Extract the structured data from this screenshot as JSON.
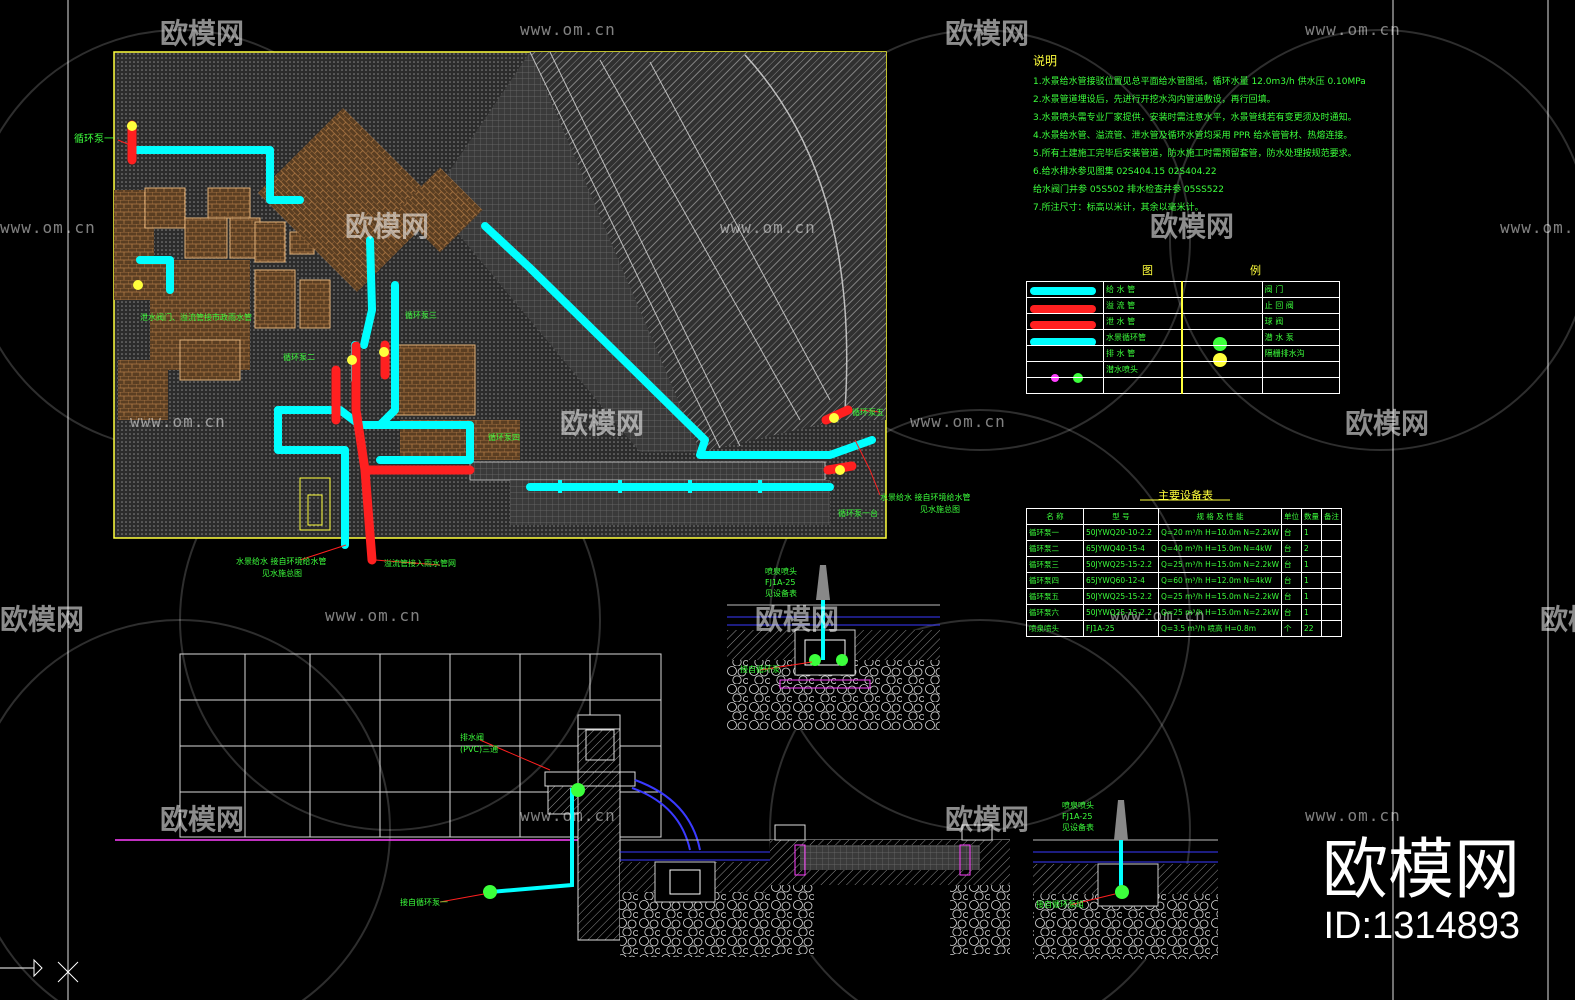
{
  "drawing": {
    "notes_title": "说明",
    "notes": [
      "1.水景给水管接驳位置见总平面给水管图纸，循环水量 12.0m3/h  供水压 0.10MPa",
      "2.水景管道埋设后，先进行开挖水沟内管道敷设，再行回填。",
      "3.水景喷头需专业厂家提供，安装时需注意水平，水景管线若有变更须及时通知。",
      "4.水景给水管、溢流管、泄水管及循环水管均采用 PPR 给水管管材、热熔连接。",
      "5.所有土建施工完毕后安装管道，防水施工时需预留套管，防水处理按规范要求。",
      "6.给水排水参见图集  02S404.15   02S404.22",
      "  给水阀门井参 05S502      排水检查井参 05SS522",
      "7.所注尺寸：标高以米计，其余以毫米计。"
    ],
    "legend_title_left": "图",
    "legend_title_right": "例",
    "legend": [
      {
        "left": "给 水 管",
        "right": "阀 门"
      },
      {
        "left": "溢 流 管",
        "right": "止 回 阀"
      },
      {
        "left": "泄 水 管",
        "right": "球 阀"
      },
      {
        "left": "水景循环管",
        "right": "潜 水 泵"
      },
      {
        "left": "排 水 管",
        "right": "隔栅排水沟"
      },
      {
        "left": "潜水喷头",
        "right": ""
      },
      {
        "left": "",
        "right": ""
      }
    ],
    "equipment_title": "主要设备表",
    "equipment_headers": [
      "名 称",
      "型 号",
      "规 格 及 性 能",
      "单位",
      "数量",
      "备注"
    ],
    "equipment": [
      [
        "循环泵一",
        "50JYWQ20-10-2.2",
        "Q=20  m³/h  H=10.0m  N=2.2kW",
        "台",
        "1",
        ""
      ],
      [
        "循环泵二",
        "65JYWQ40-15-4",
        "Q=40  m³/h  H=15.0m  N=4kW",
        "台",
        "2",
        ""
      ],
      [
        "循环泵三",
        "50JYWQ25-15-2.2",
        "Q=25  m³/h  H=15.0m  N=2.2kW",
        "台",
        "1",
        ""
      ],
      [
        "循环泵四",
        "65JYWQ60-12-4",
        "Q=60  m³/h  H=12.0m  N=4kW",
        "台",
        "1",
        ""
      ],
      [
        "循环泵五",
        "50JYWQ25-15-2.2",
        "Q=25  m³/h  H=15.0m  N=2.2kW",
        "台",
        "1",
        ""
      ],
      [
        "循环泵六",
        "50JYWQ25-15-2.2",
        "Q=25  m³/h  H=15.0m  N=2.2kW",
        "台",
        "1",
        ""
      ],
      [
        "喷泉喷头",
        "FJ1A-25",
        "Q=3.5  m³/h   喷高 H=0.8m",
        "个",
        "22",
        ""
      ]
    ],
    "plan_labels": {
      "pump_one": "循环泵一",
      "pump_two": "循环泵二",
      "pump_three": "循环泵三",
      "pump_four": "循环泵四",
      "pump_five": "循环泵五",
      "note_left": "泄水阀门、溢流管接市政雨水管",
      "note_bottom1": "水景给水  接自环境给水管",
      "note_bottom1b": "见水施总图",
      "note_bottom2": "溢流管接入雨水管网",
      "note_right1": "水景给水  接自环境给水管",
      "note_right1b": "见水施总图",
      "note_right2": "循环泵一台"
    },
    "section_labels": {
      "drain_valve": "排水阀",
      "drain_valve_b": "(PVC)三通",
      "pump_connect": "接自循环泵一",
      "nozzle_a": "喷泉喷头",
      "nozzle_a2": "FJ1A-25",
      "nozzle_a3": "见设备表",
      "pump_connect2": "接自循环泵",
      "nozzle_b": "喷泉喷头",
      "nozzle_b2": "FJ1A-25",
      "nozzle_b3": "见设备表",
      "pump_connect3": "接自循环泵组"
    }
  },
  "watermark": {
    "text": "欧模网",
    "url": "www.om.cn",
    "brand": "欧模网",
    "id_text": "ID:1314893"
  }
}
